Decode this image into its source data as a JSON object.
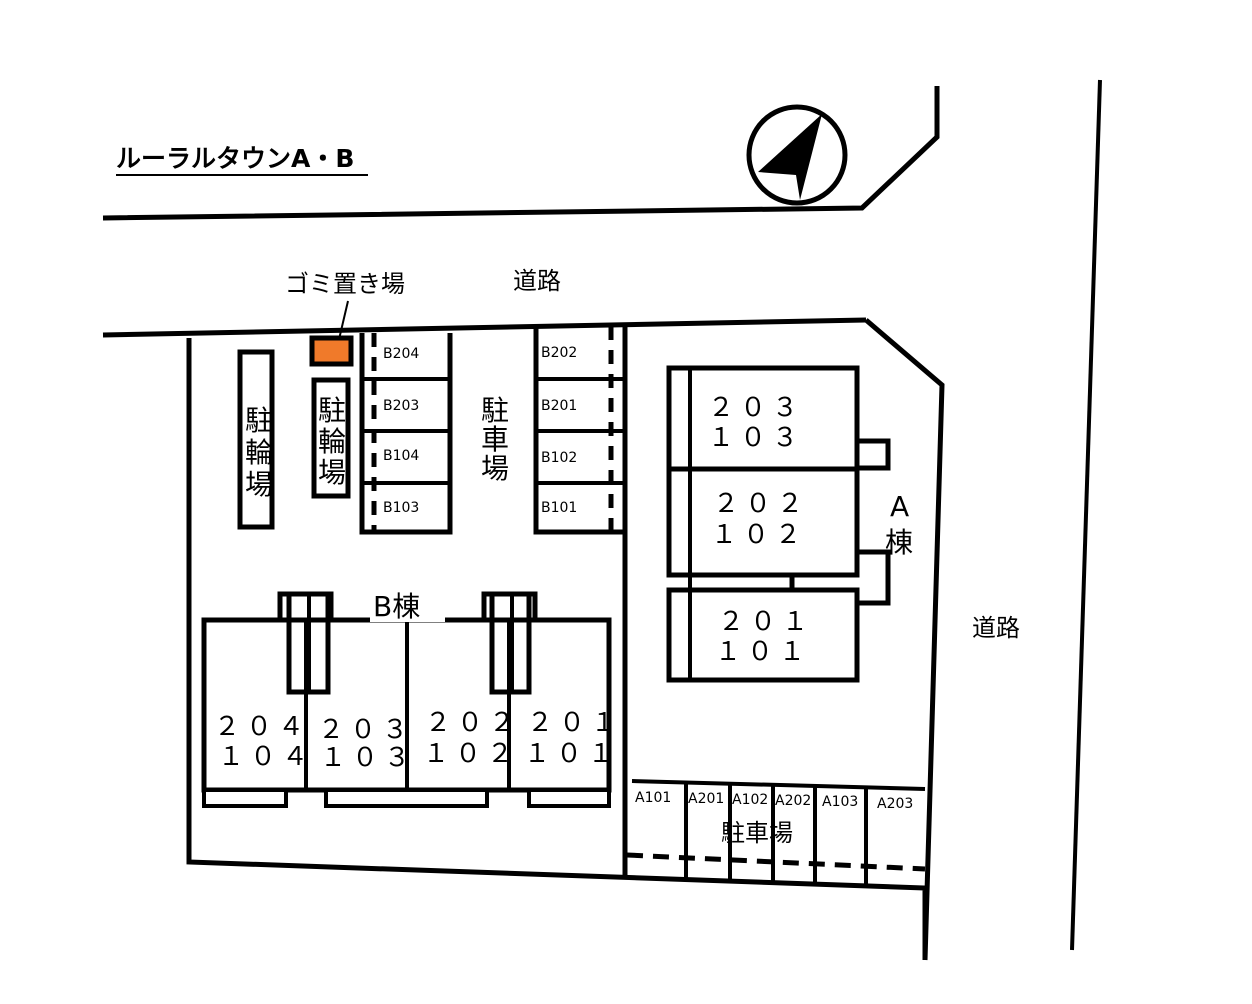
{
  "title": "ルーラルタウンA・B",
  "labels": {
    "road_top": "道路",
    "road_right": "道路",
    "garbage": "ゴミ置き場",
    "bike_1": "駐輪場",
    "bike_2": "駐輪場",
    "parking_center": "駐車場",
    "parking_bottom": "駐車場",
    "building_b": "B棟",
    "building_a_letter": "A",
    "building_a_kanji": "棟"
  },
  "building_a_units": [
    {
      "upper": "２０３",
      "lower": "１０３"
    },
    {
      "upper": "２０２",
      "lower": "１０２"
    },
    {
      "upper": "２０１",
      "lower": "１０１"
    }
  ],
  "building_b_units": [
    {
      "upper": "２０４",
      "lower": "１０４"
    },
    {
      "upper": "２０３",
      "lower": "１０３"
    },
    {
      "upper": "２０２",
      "lower": "１０２"
    },
    {
      "upper": "２０１",
      "lower": "１０１"
    }
  ],
  "parking_b_left": [
    "B204",
    "B203",
    "B104",
    "B103"
  ],
  "parking_b_right": [
    "B202",
    "B201",
    "B102",
    "B101"
  ],
  "parking_a": [
    "A101",
    "A201",
    "A102",
    "A202",
    "A103",
    "A203"
  ],
  "colors": {
    "garbage": "#f07a2a",
    "lines": "#000000"
  },
  "icons": {
    "north": "north-arrow-icon"
  }
}
